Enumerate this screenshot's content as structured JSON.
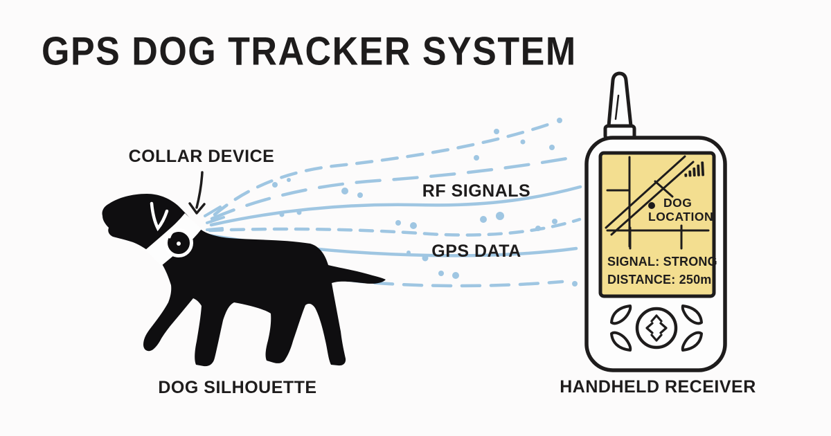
{
  "title": "GPS DOG TRACKER SYSTEM",
  "labels": {
    "collar_device": "COLLAR DEVICE",
    "rf_signals": "RF SIGNALS",
    "gps_data": "GPS DATA",
    "dog_caption": "DOG SILHOUETTE",
    "receiver_caption": "HANDHELD RECEIVER"
  },
  "receiver_screen": {
    "location_line1": "DOG",
    "location_line2": "LOCATION",
    "signal_status": "SIGNAL: STRONG",
    "distance": "DISTANCE: 250m"
  },
  "icons": {
    "signal_strength": "signal-strength-bars-icon",
    "dpad": "dpad-arrows-icon",
    "antenna": "antenna-icon",
    "location_marker": "dog-location-dot-icon"
  },
  "colors": {
    "ink": "#1e1c1c",
    "dog": "#0f0e10",
    "signal_blue": "#9fc6e2",
    "screen_yellow": "#f3de90",
    "paper": "#fcfbfb",
    "device_white": "#ffffff"
  }
}
